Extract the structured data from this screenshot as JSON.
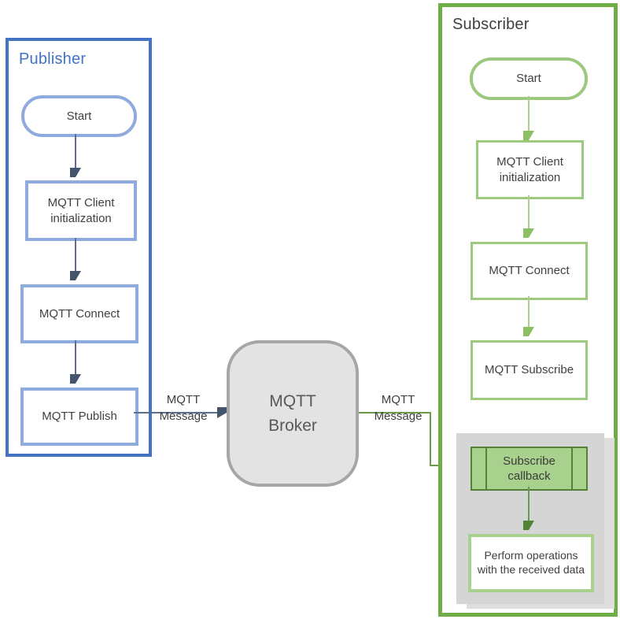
{
  "diagram": {
    "publisher": {
      "title": "Publisher",
      "start": "Start",
      "init": "MQTT Client initialization",
      "connect": "MQTT Connect",
      "publish": "MQTT Publish"
    },
    "broker": {
      "label": "MQTT Broker"
    },
    "subscriber": {
      "title": "Subscriber",
      "start": "Start",
      "init": "MQTT Client initialization",
      "connect": "MQTT Connect",
      "subscribe": "MQTT Subscribe",
      "callback": "Subscribe callback",
      "perform": "Perform operations with the received data"
    },
    "labels": {
      "left_message_line1": "MQTT",
      "left_message_line2": "Message",
      "right_message_line1": "MQTT",
      "right_message_line2": "Message"
    },
    "colors": {
      "publisher_border": "#4472C4",
      "publisher_box_border": "#8FAADC",
      "publisher_arrow": "#44546A",
      "subscriber_border": "#70AD47",
      "subscriber_box_border": "#9CC97D",
      "callback_fill": "#A9D18E",
      "callback_border": "#538135",
      "broker_fill": "#E3E3E3",
      "broker_border": "#A6A6A6",
      "broker_text": "#595959",
      "panel_gray": "#D5D5D5",
      "node_text": "#404040"
    }
  }
}
